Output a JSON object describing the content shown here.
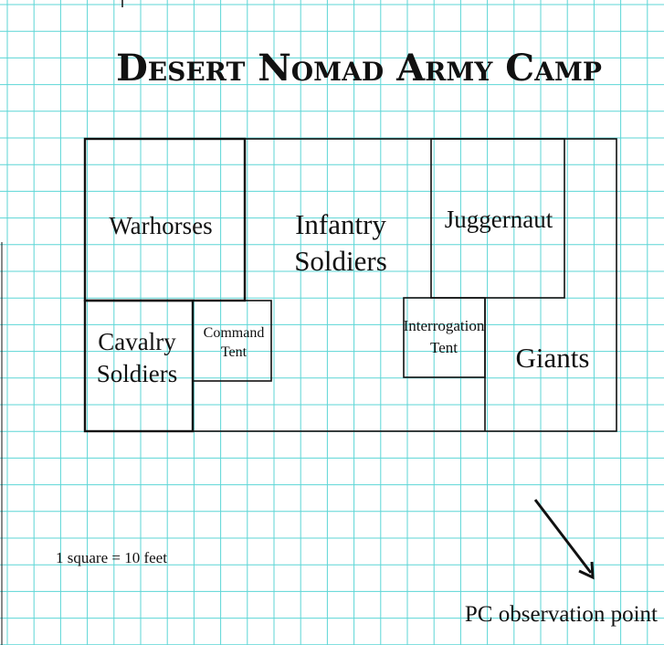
{
  "map": {
    "title": "Desert Nomad Army Camp",
    "areas": {
      "warhorses": "Warhorses",
      "infantry_line1": "Infantry",
      "infantry_line2": "Soldiers",
      "juggernaut": "Juggernaut",
      "cavalry_line1": "Cavalry",
      "cavalry_line2": "Soldiers",
      "command_line1": "Command",
      "command_line2": "Tent",
      "interrogation_line1": "Interrogation",
      "interrogation_line2": "Tent",
      "giants": "Giants"
    },
    "scale": "1 square = 10 feet",
    "observation_point": "PC observation point"
  },
  "colors": {
    "grid": "#5cd6d6",
    "ink": "#111111",
    "paper": "#ffffff"
  }
}
